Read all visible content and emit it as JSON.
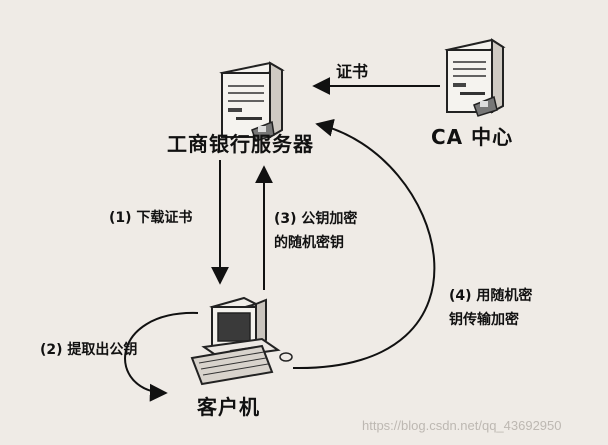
{
  "nodes": {
    "bank_server": {
      "label": "工商银行服务器",
      "icon": "server-icon"
    },
    "ca_center": {
      "label": "CA 中心",
      "icon": "server-icon"
    },
    "client": {
      "label": "客户机",
      "icon": "desktop-computer-icon"
    }
  },
  "edges": {
    "certificate": {
      "label": "证书"
    },
    "step1": {
      "label": "(1) 下载证书"
    },
    "step2": {
      "label": "(2) 提取出公钥"
    },
    "step3": {
      "line1": "(3) 公钥加密",
      "line2": "的随机密钥"
    },
    "step4": {
      "line1": "(4) 用随机密",
      "line2": "钥传输加密"
    }
  },
  "watermark": "https://blog.csdn.net/qq_43692950",
  "colors": {
    "background": "#efebe6",
    "line": "#111111",
    "watermark": "#bdb8b2"
  }
}
